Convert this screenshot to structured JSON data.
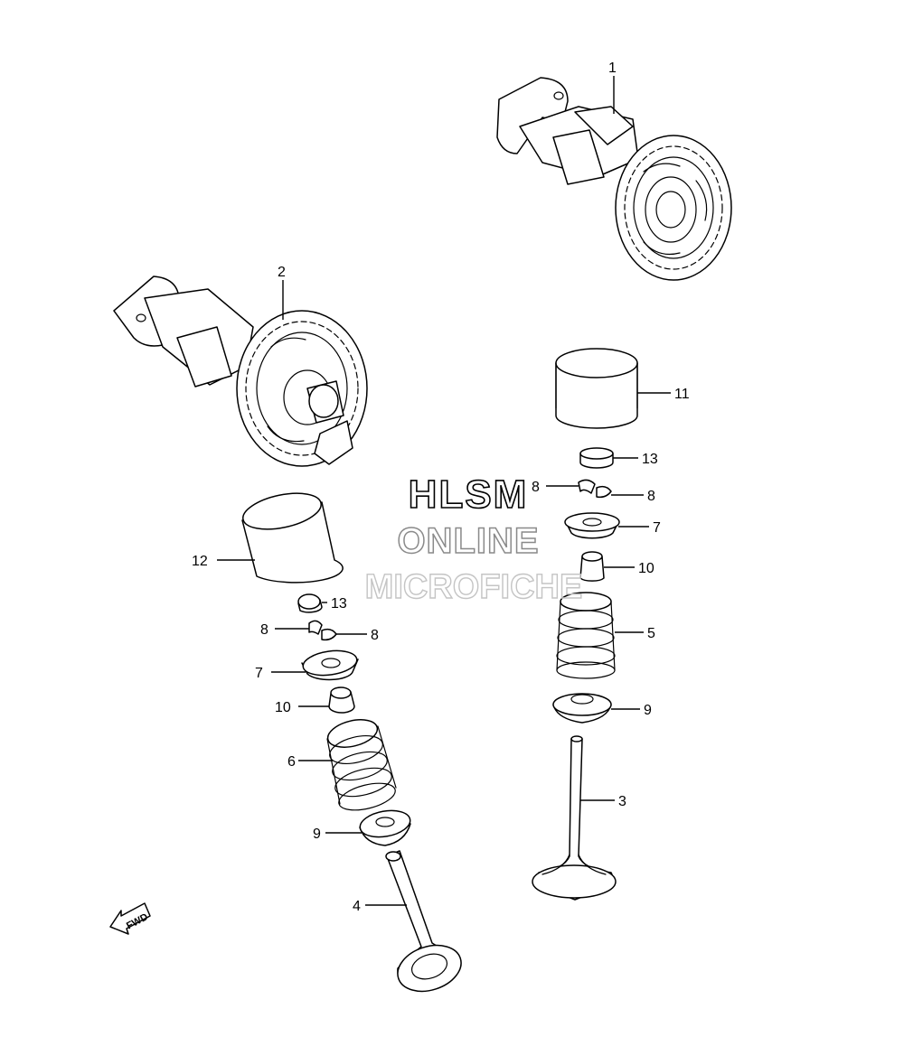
{
  "watermark": {
    "line1": "HLSM",
    "line2": "ONLINE",
    "line3": "MICROFICHE"
  },
  "direction": {
    "label": "FWD"
  },
  "callouts": {
    "c1": "1",
    "c2": "2",
    "c3": "3",
    "c4": "4",
    "c5": "5",
    "c6": "6",
    "c7a": "7",
    "c7b": "7",
    "c8a": "8",
    "c8b": "8",
    "c8c": "8",
    "c8d": "8",
    "c9a": "9",
    "c9b": "9",
    "c10a": "10",
    "c10b": "10",
    "c11": "11",
    "c12": "12",
    "c13a": "13",
    "c13b": "13"
  },
  "parts": [
    "camshaft-1",
    "camshaft-2",
    "valve-3",
    "valve-4",
    "spring-5",
    "spring-6",
    "retainer-7",
    "cotter-8",
    "spring-seat-9",
    "stem-seal-10",
    "tappet-11",
    "tappet-12",
    "shim-13"
  ]
}
